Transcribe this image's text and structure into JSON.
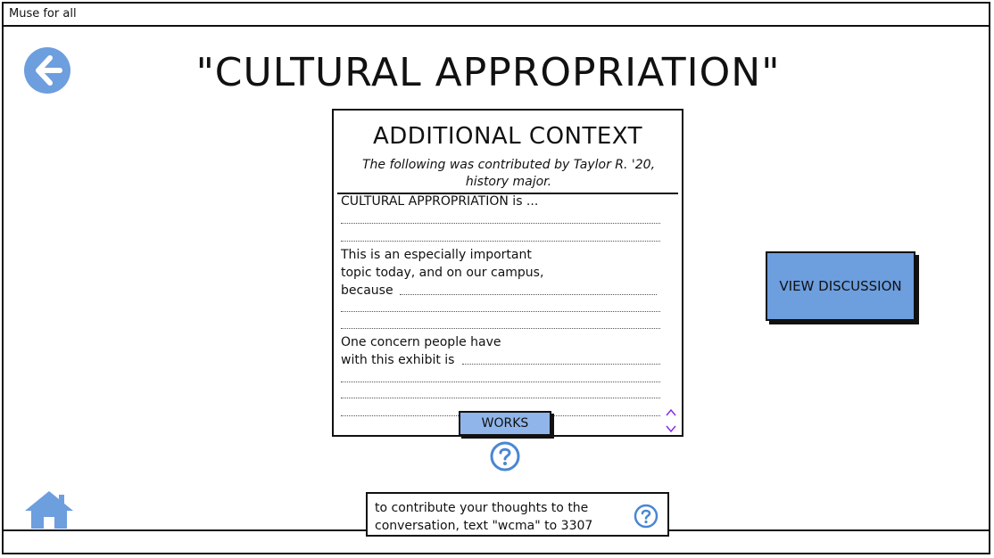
{
  "window": {
    "title": "Muse for all"
  },
  "page": {
    "title": "\"CULTURAL APPROPRIATION\""
  },
  "context_panel": {
    "title": "ADDITIONAL CONTEXT",
    "subtitle_line1": "The following was contributed by Taylor R. '20,",
    "subtitle_line2": "history major.",
    "definition": "CULTURAL APPROPRIATION is ...",
    "importance_line1": "This is an especially important",
    "importance_line2": "topic today, and on our campus,",
    "importance_line3": "because",
    "concern_line1": "One concern people have",
    "concern_line2": "with this exhibit is",
    "works_label": "WORKS"
  },
  "view_discussion": {
    "label": "VIEW DISCUSSION"
  },
  "contribute": {
    "line1": "to contribute your thoughts to the",
    "line2": "conversation, text \"wcma\" to 3307"
  },
  "icons": {
    "back": "arrow-left-circle-icon",
    "home": "home-icon",
    "help": "question-circle-icon",
    "scroll_up": "chevron-up-icon",
    "scroll_down": "chevron-down-icon"
  },
  "colors": {
    "accent": "#6d9ede",
    "works": "#8fb5ea",
    "scroll": "#8a2be2"
  }
}
